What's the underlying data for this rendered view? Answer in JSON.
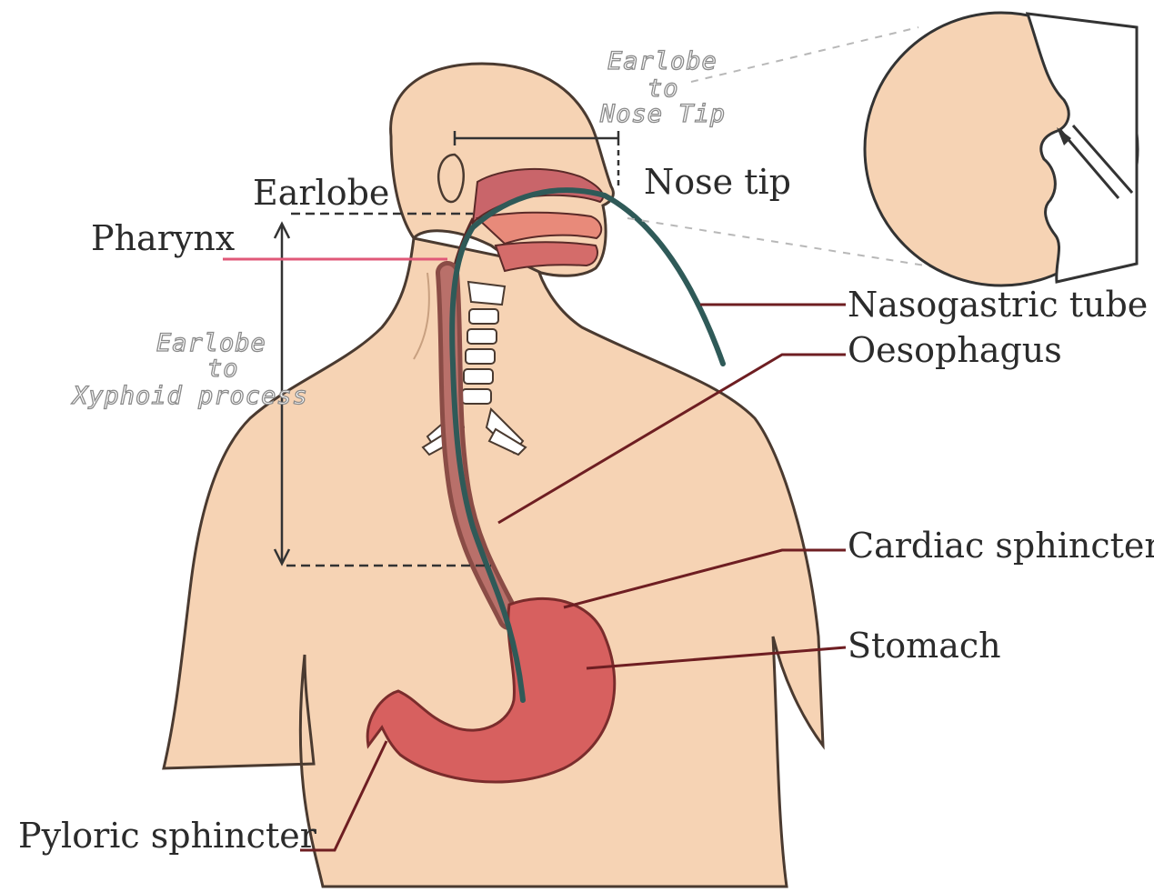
{
  "diagram": {
    "labels": {
      "earlobe": "Earlobe",
      "nose_tip": "Nose tip",
      "pharynx": "Pharynx",
      "nasogastric_tube": "Nasogastric tube",
      "oesophagus": "Oesophagus",
      "cardiac_sphincter": "Cardiac sphincter",
      "stomach": "Stomach",
      "pyloric_sphincter": "Pyloric sphincter"
    },
    "measurements": {
      "earlobe_to_nose": [
        "Earlobe",
        "to",
        "Nose Tip"
      ],
      "earlobe_to_xyphoid": [
        "Earlobe",
        "to",
        "Xyphoid process"
      ]
    }
  },
  "colors": {
    "skin": "#f6d3b4",
    "outline": "#4a3a30",
    "stomach": "#d7605f",
    "leader_line": "#6e1e22",
    "tube": "#2f5a58",
    "pharynx_line": "#e05878"
  }
}
